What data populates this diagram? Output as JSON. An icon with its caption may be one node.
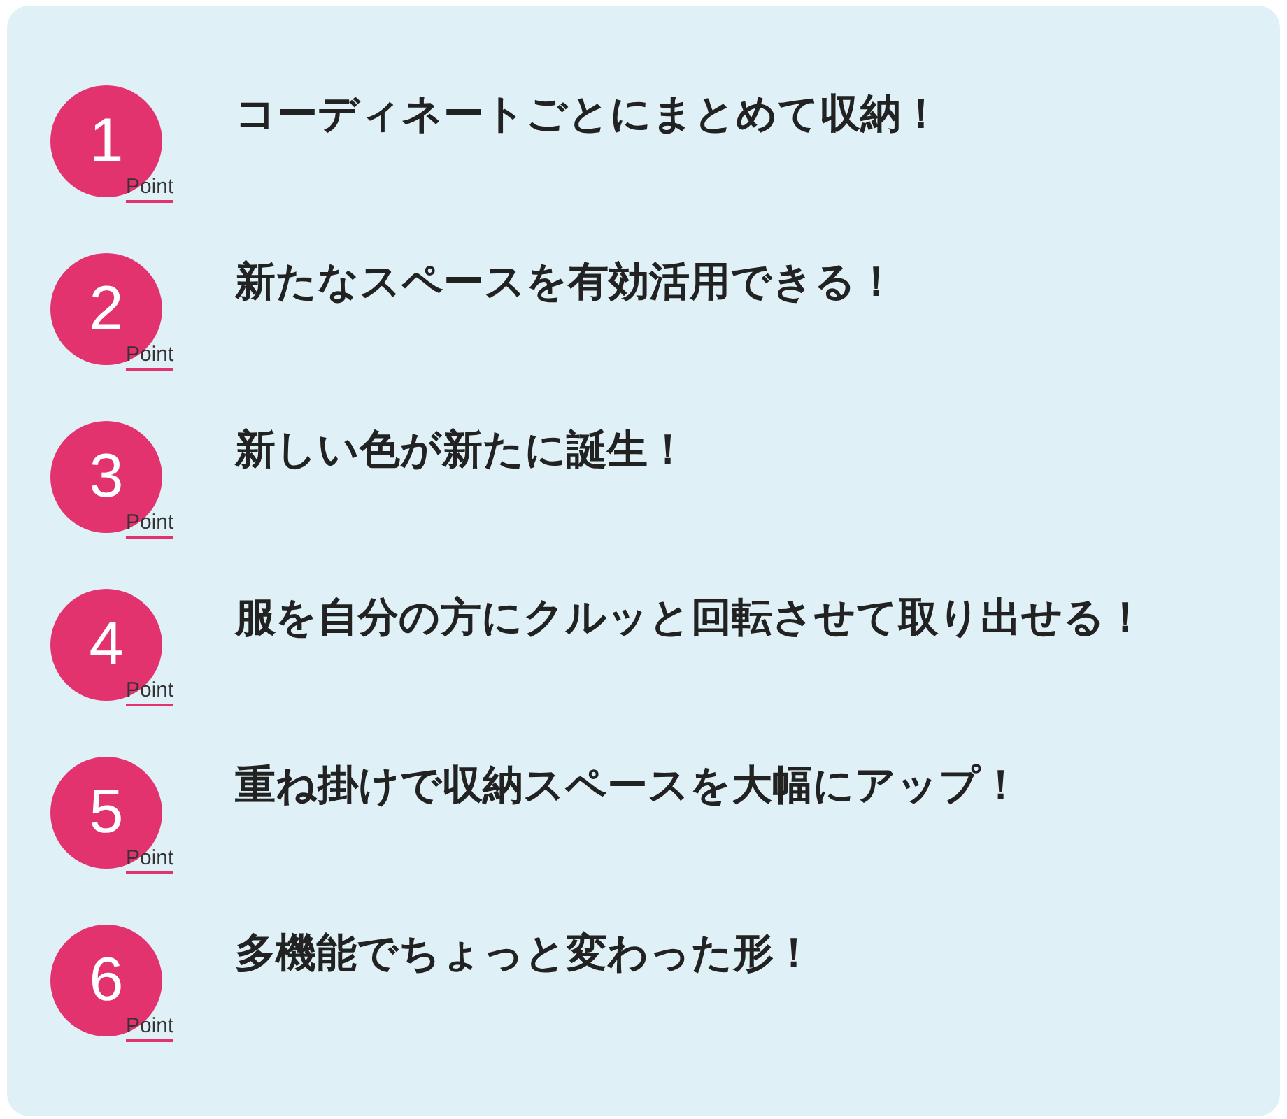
{
  "diagram": {
    "nodes": [
      {
        "text": [
          "1",
          "Point"
        ],
        "beside": [
          "コーディネートごとにまとめて収納！"
        ]
      },
      {
        "text": [
          "2",
          "Point"
        ],
        "beside": [
          "新たなスペースを有効活用できる！"
        ]
      },
      {
        "text": [
          "3",
          "Point"
        ],
        "beside": [
          "新しい色が新たに誕生！"
        ]
      },
      {
        "text": [
          "4",
          "Point"
        ],
        "beside": [
          "服を自分の方にクルッと回転させて取り出せる！"
        ]
      },
      {
        "text": [
          "5",
          "Point"
        ],
        "beside": [
          "重ね掛けで収納スペースを大幅にアップ！"
        ]
      },
      {
        "text": [
          "6",
          "Point"
        ],
        "beside": [
          "多機能でちょっと変わった形！"
        ]
      }
    ]
  }
}
